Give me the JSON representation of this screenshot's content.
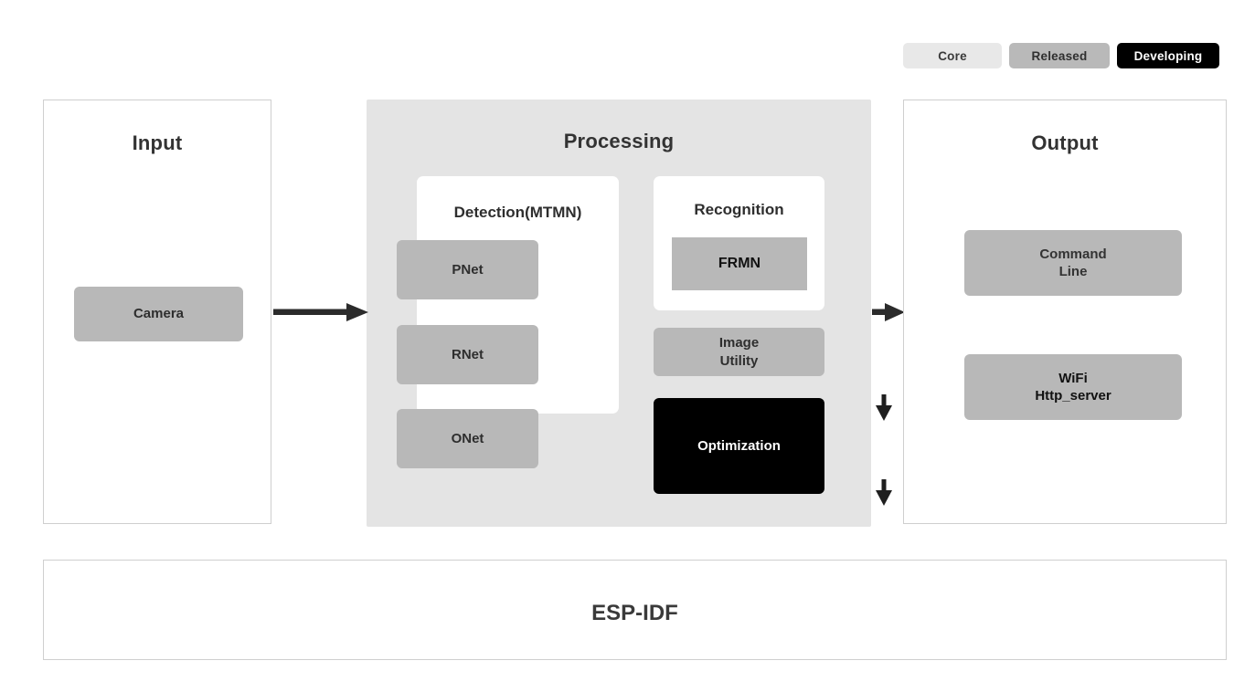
{
  "legend": {
    "items": [
      {
        "label": "Core",
        "kind": "core",
        "color": "#e8e8e8"
      },
      {
        "label": "Released",
        "kind": "released",
        "color": "#b9b9b9"
      },
      {
        "label": "Developing",
        "kind": "developing",
        "color": "#000000"
      }
    ]
  },
  "stages": {
    "input": {
      "title": "Input",
      "nodes": [
        {
          "label": "Camera",
          "kind": "released"
        }
      ]
    },
    "processing": {
      "title": "Processing",
      "detection": {
        "title": "Detection(MTMN)",
        "nodes": [
          {
            "label": "PNet",
            "kind": "released"
          },
          {
            "label": "RNet",
            "kind": "released"
          },
          {
            "label": "ONet",
            "kind": "released"
          }
        ]
      },
      "recognition": {
        "title": "Recognition",
        "nodes": [
          {
            "label": "FRMN",
            "kind": "core"
          }
        ]
      },
      "extras": [
        {
          "label": "Image\nUtility",
          "kind": "released"
        },
        {
          "label": "Optimization",
          "kind": "developing"
        }
      ]
    },
    "output": {
      "title": "Output",
      "nodes": [
        {
          "label": "Command\nLine",
          "kind": "released"
        },
        {
          "label": "WiFi\nHttp_server",
          "kind": "released"
        }
      ]
    },
    "framework": {
      "title": "ESP-IDF"
    }
  },
  "arrows": {
    "input_to_processing": "arrow-right",
    "processing_to_output": "arrow-right",
    "pnet_to_rnet": "arrow-down",
    "rnet_to_onet": "arrow-down"
  },
  "colors": {
    "released_fill": "#b8b8b8",
    "core_fill": "#e8e8e8",
    "developing_fill": "#000000",
    "processing_fill": "#e4e4e4",
    "outline": "#cfcfcf",
    "text_dark": "#333333"
  }
}
